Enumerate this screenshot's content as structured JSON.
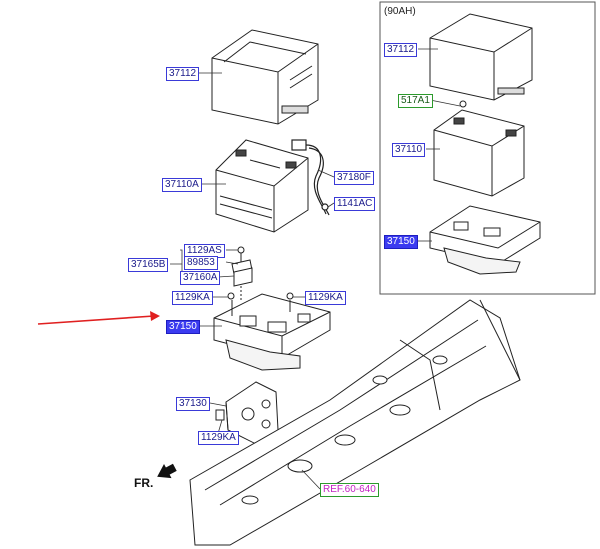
{
  "inset": {
    "title": "(90AH)"
  },
  "labels": {
    "tray_main": "37112",
    "battery_main": "37110A",
    "cable": "37180F",
    "bolt_1141": "1141AC",
    "bolt_1129_s": "1129AS",
    "nut_89853": "89853",
    "bracket_37165": "37165B",
    "bracket_37160": "37160A",
    "bolt_1129_left": "1129KA",
    "bolt_1129_right": "1129KA",
    "base_tray_main": "37150",
    "support_37130": "37130",
    "bolt_1129_bottom": "1129KA",
    "ref": "REF.60-640",
    "inset_tray": "37112",
    "inset_517": "517A1",
    "inset_battery": "37110",
    "inset_base": "37150"
  },
  "direction": "FR.",
  "colors": {
    "label_border": "#3a3ad8",
    "highlight": "#3b3bf0",
    "arrow": "#e02020",
    "ref_text": "#c21fc2"
  }
}
